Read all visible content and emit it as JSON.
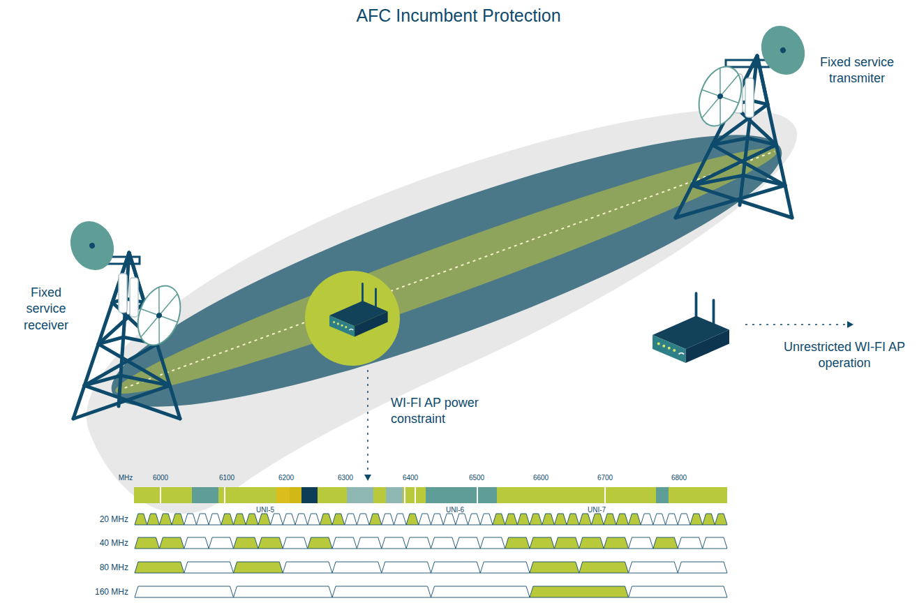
{
  "diagram": {
    "title": "AFC Incumbent Protection",
    "labels": [
      "Fixed service transmiter",
      "Fixed service receiver",
      "WI-FI AP power constraint",
      "Unrestricted WI-FI AP operation",
      "MHz",
      "6000",
      "6100",
      "6200",
      "6300",
      "6400",
      "6500",
      "6600",
      "6700",
      "6800",
      "UNI-5",
      "UNI-6",
      "UNI-7",
      "20 MHz",
      "40 MHz",
      "80 MHz",
      "160 MHz"
    ]
  }
}
